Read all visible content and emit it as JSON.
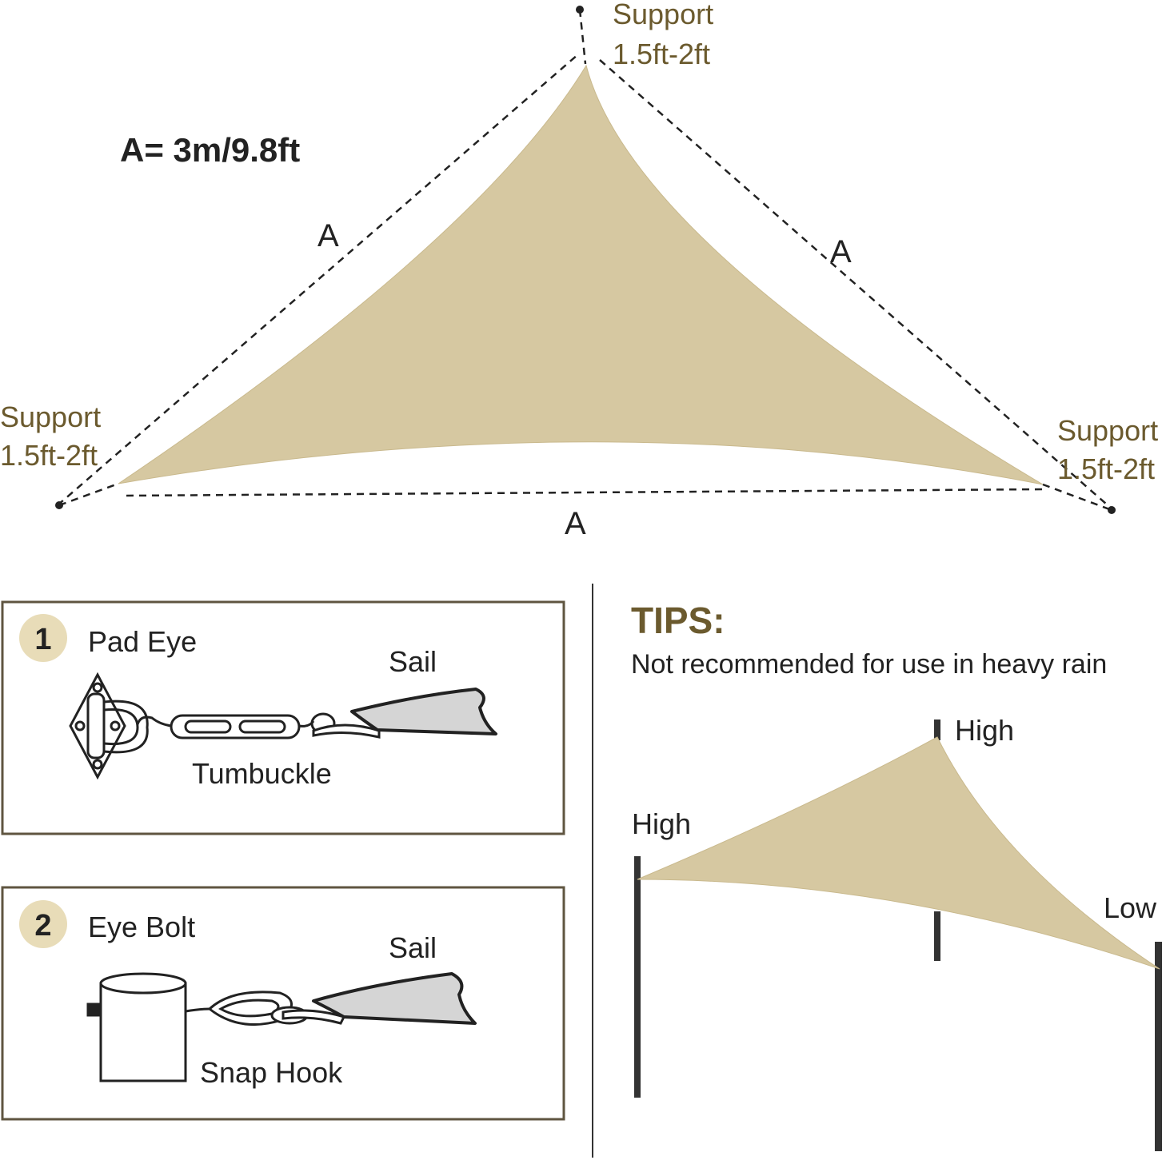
{
  "dimension": {
    "text": "A= 3m/9.8ft"
  },
  "side_label": "A",
  "supports": [
    {
      "line1": "Support",
      "line2": "1.5ft-2ft"
    },
    {
      "line1": "Support",
      "line2": "1.5ft-2ft"
    },
    {
      "line1": "Support",
      "line2": "1.5ft-2ft"
    }
  ],
  "methods": [
    {
      "number": "1",
      "title": "Pad Eye",
      "sail": "Sail",
      "part": "Tumbuckle"
    },
    {
      "number": "2",
      "title": "Eye Bolt",
      "sail": "Sail",
      "part": "Snap Hook"
    }
  ],
  "tips": {
    "title": "TIPS:",
    "text": "Not recommended for use in heavy rain",
    "high_left": "High",
    "high_top": "High",
    "low": "Low"
  },
  "colors": {
    "sail_fill": "#d6c8a1",
    "accent_text": "#6b5a2e",
    "badge": "#e8dcb8",
    "small_sail": "#d5d5d5"
  }
}
